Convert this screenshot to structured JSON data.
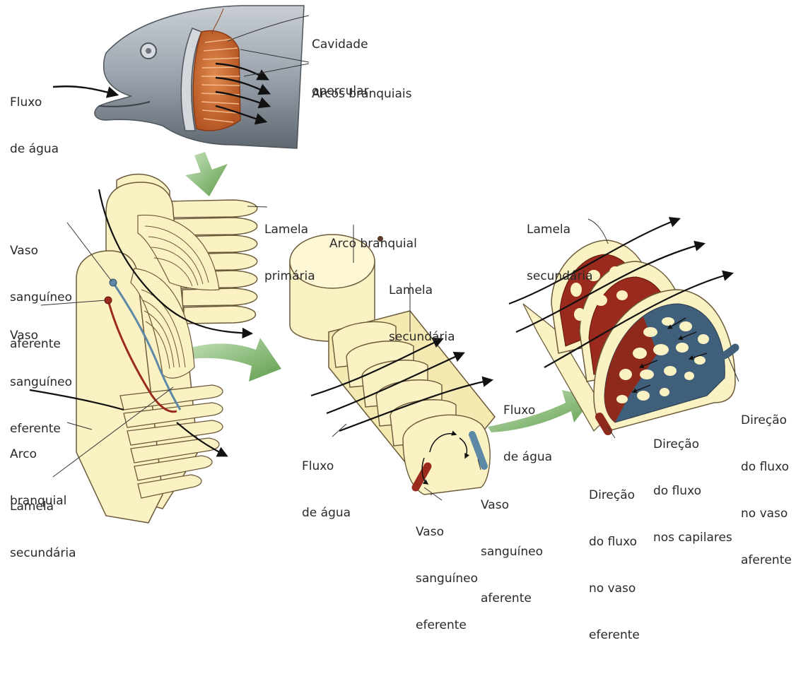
{
  "labels": {
    "cavidade_opercular": [
      "Cavidade",
      "opercular"
    ],
    "arcos_branquiais": [
      "Arcos branquiais"
    ],
    "fluxo_agua_1": [
      "Fluxo",
      "de água"
    ],
    "lamela_primaria": [
      "Lamela",
      "primária"
    ],
    "vaso_aferente_1": [
      "Vaso",
      "sanguíneo",
      "aferente"
    ],
    "vaso_eferente_1": [
      "Vaso",
      "sanguíneo",
      "eferente"
    ],
    "arco_branquial_1": [
      "Arco",
      "branquial"
    ],
    "lamela_secundaria_1": [
      "Lamela",
      "secundária"
    ],
    "arco_branquial_2": [
      "Arco branquial"
    ],
    "lamela_secundaria_2": [
      "Lamela",
      "secundária"
    ],
    "fluxo_agua_2": [
      "Fluxo",
      "de água"
    ],
    "vaso_eferente_2": [
      "Vaso",
      "sanguíneo",
      "eferente"
    ],
    "vaso_aferente_2": [
      "Vaso",
      "sanguíneo",
      "aferente"
    ],
    "lamela_secundaria_3": [
      "Lamela",
      "secundária"
    ],
    "fluxo_agua_3": [
      "Fluxo",
      "de água"
    ],
    "direcao_vaso_aferente": [
      "Direção",
      "do fluxo",
      "no vaso",
      "aferente"
    ],
    "direcao_capilares": [
      "Direção",
      "do fluxo",
      "nos capilares"
    ],
    "direcao_vaso_eferente": [
      "Direção",
      "do fluxo",
      "no vaso",
      "eferente"
    ]
  },
  "colors": {
    "tissue": "#fbf2c4",
    "tissue_outline": "#6b5a3a",
    "fish_body": "#9aa3ad",
    "gill_orange": "#c8642c",
    "afferent_vessel": "#5d88a6",
    "efferent_vessel": "#9b2a1e",
    "transition_arrow": "#7fb46a",
    "water_arrow": "#111111"
  }
}
